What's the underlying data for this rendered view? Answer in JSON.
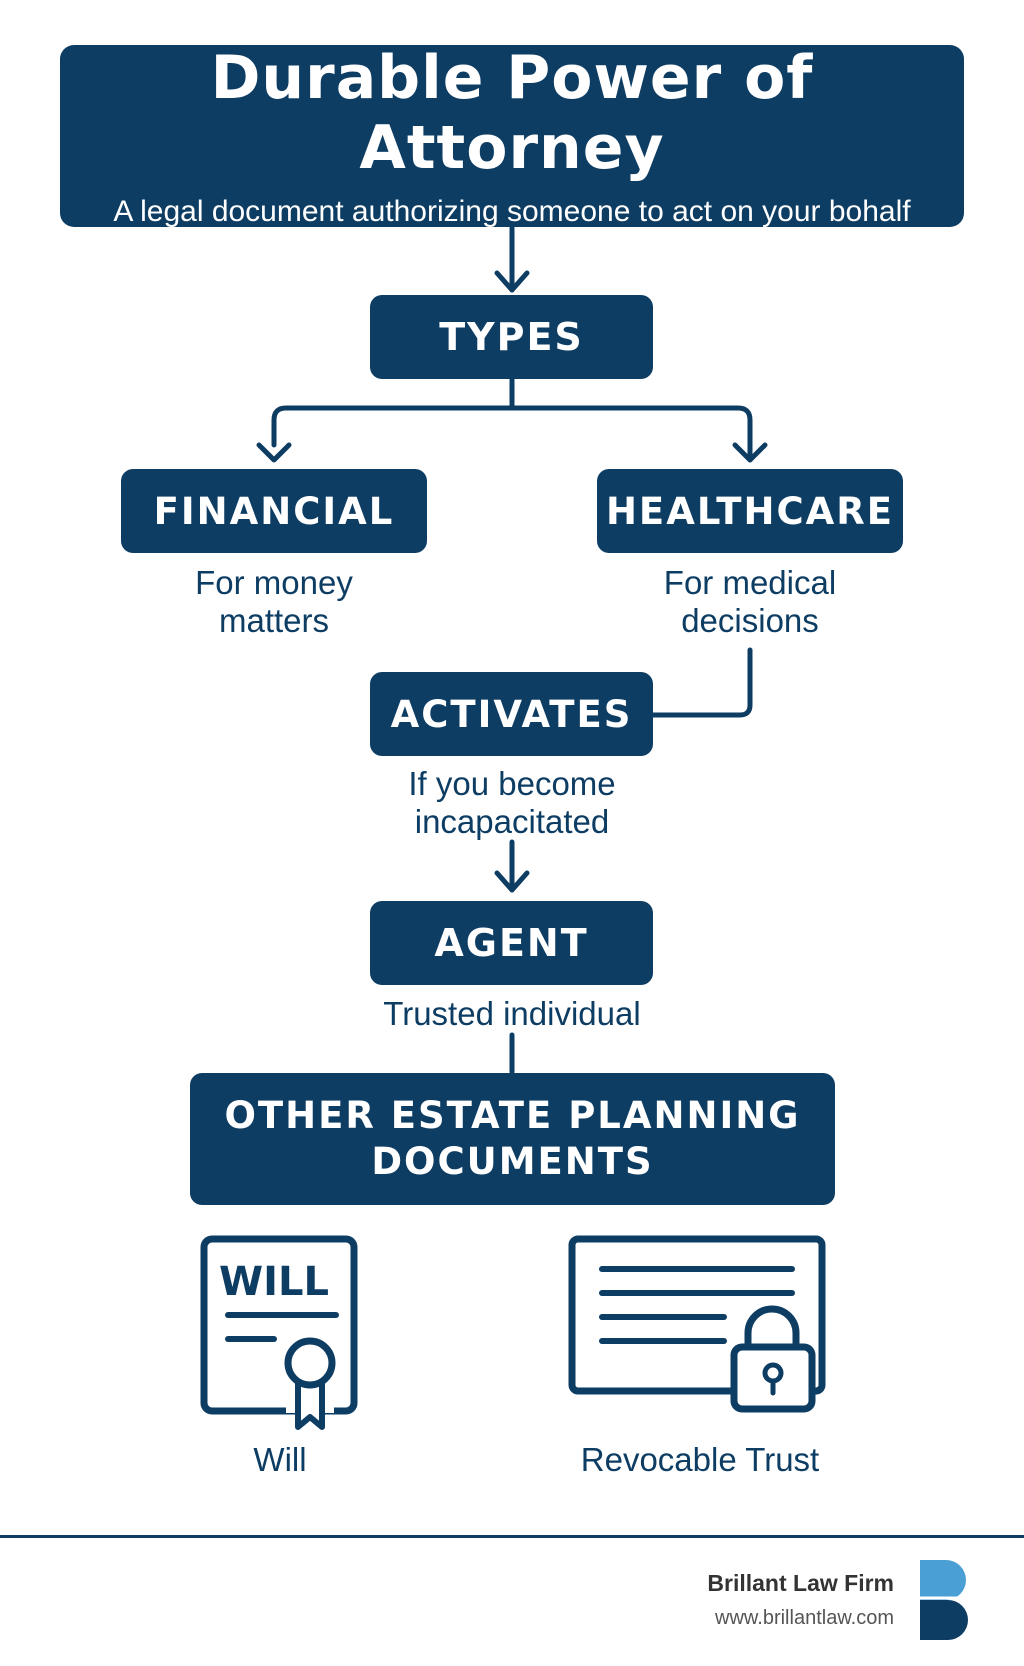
{
  "header": {
    "title": "Durable Power of Attorney",
    "subtitle": "A legal document authorizing someone to act on your bohalf"
  },
  "types": {
    "label": "TYPES"
  },
  "financial": {
    "label": "FINANCIAL",
    "desc_line1": "For money",
    "desc_line2": "matters"
  },
  "healthcare": {
    "label": "HEALTHCARE",
    "desc_line1": "For medical",
    "desc_line2": "decisions"
  },
  "activates": {
    "label": "ACTIVATES",
    "desc_line1": "If you become",
    "desc_line2": "incapacitated"
  },
  "agent": {
    "label": "AGENT",
    "desc": "Trusted individual"
  },
  "other_docs": {
    "label_line1": "OTHER ESTATE PLANNING",
    "label_line2": "DOCUMENTS"
  },
  "will": {
    "icon_text": "WILL",
    "label": "Will",
    "icon": "will-document-icon"
  },
  "trust": {
    "label": "Revocable Trust",
    "icon": "document-lock-icon"
  },
  "footer": {
    "firm_name": "Brillant Law Firm",
    "url": "www.brillantlaw.com",
    "logo": "b-logo-icon"
  },
  "colors": {
    "primary": "#0e3d64",
    "logo_light": "#4a9fd5"
  }
}
